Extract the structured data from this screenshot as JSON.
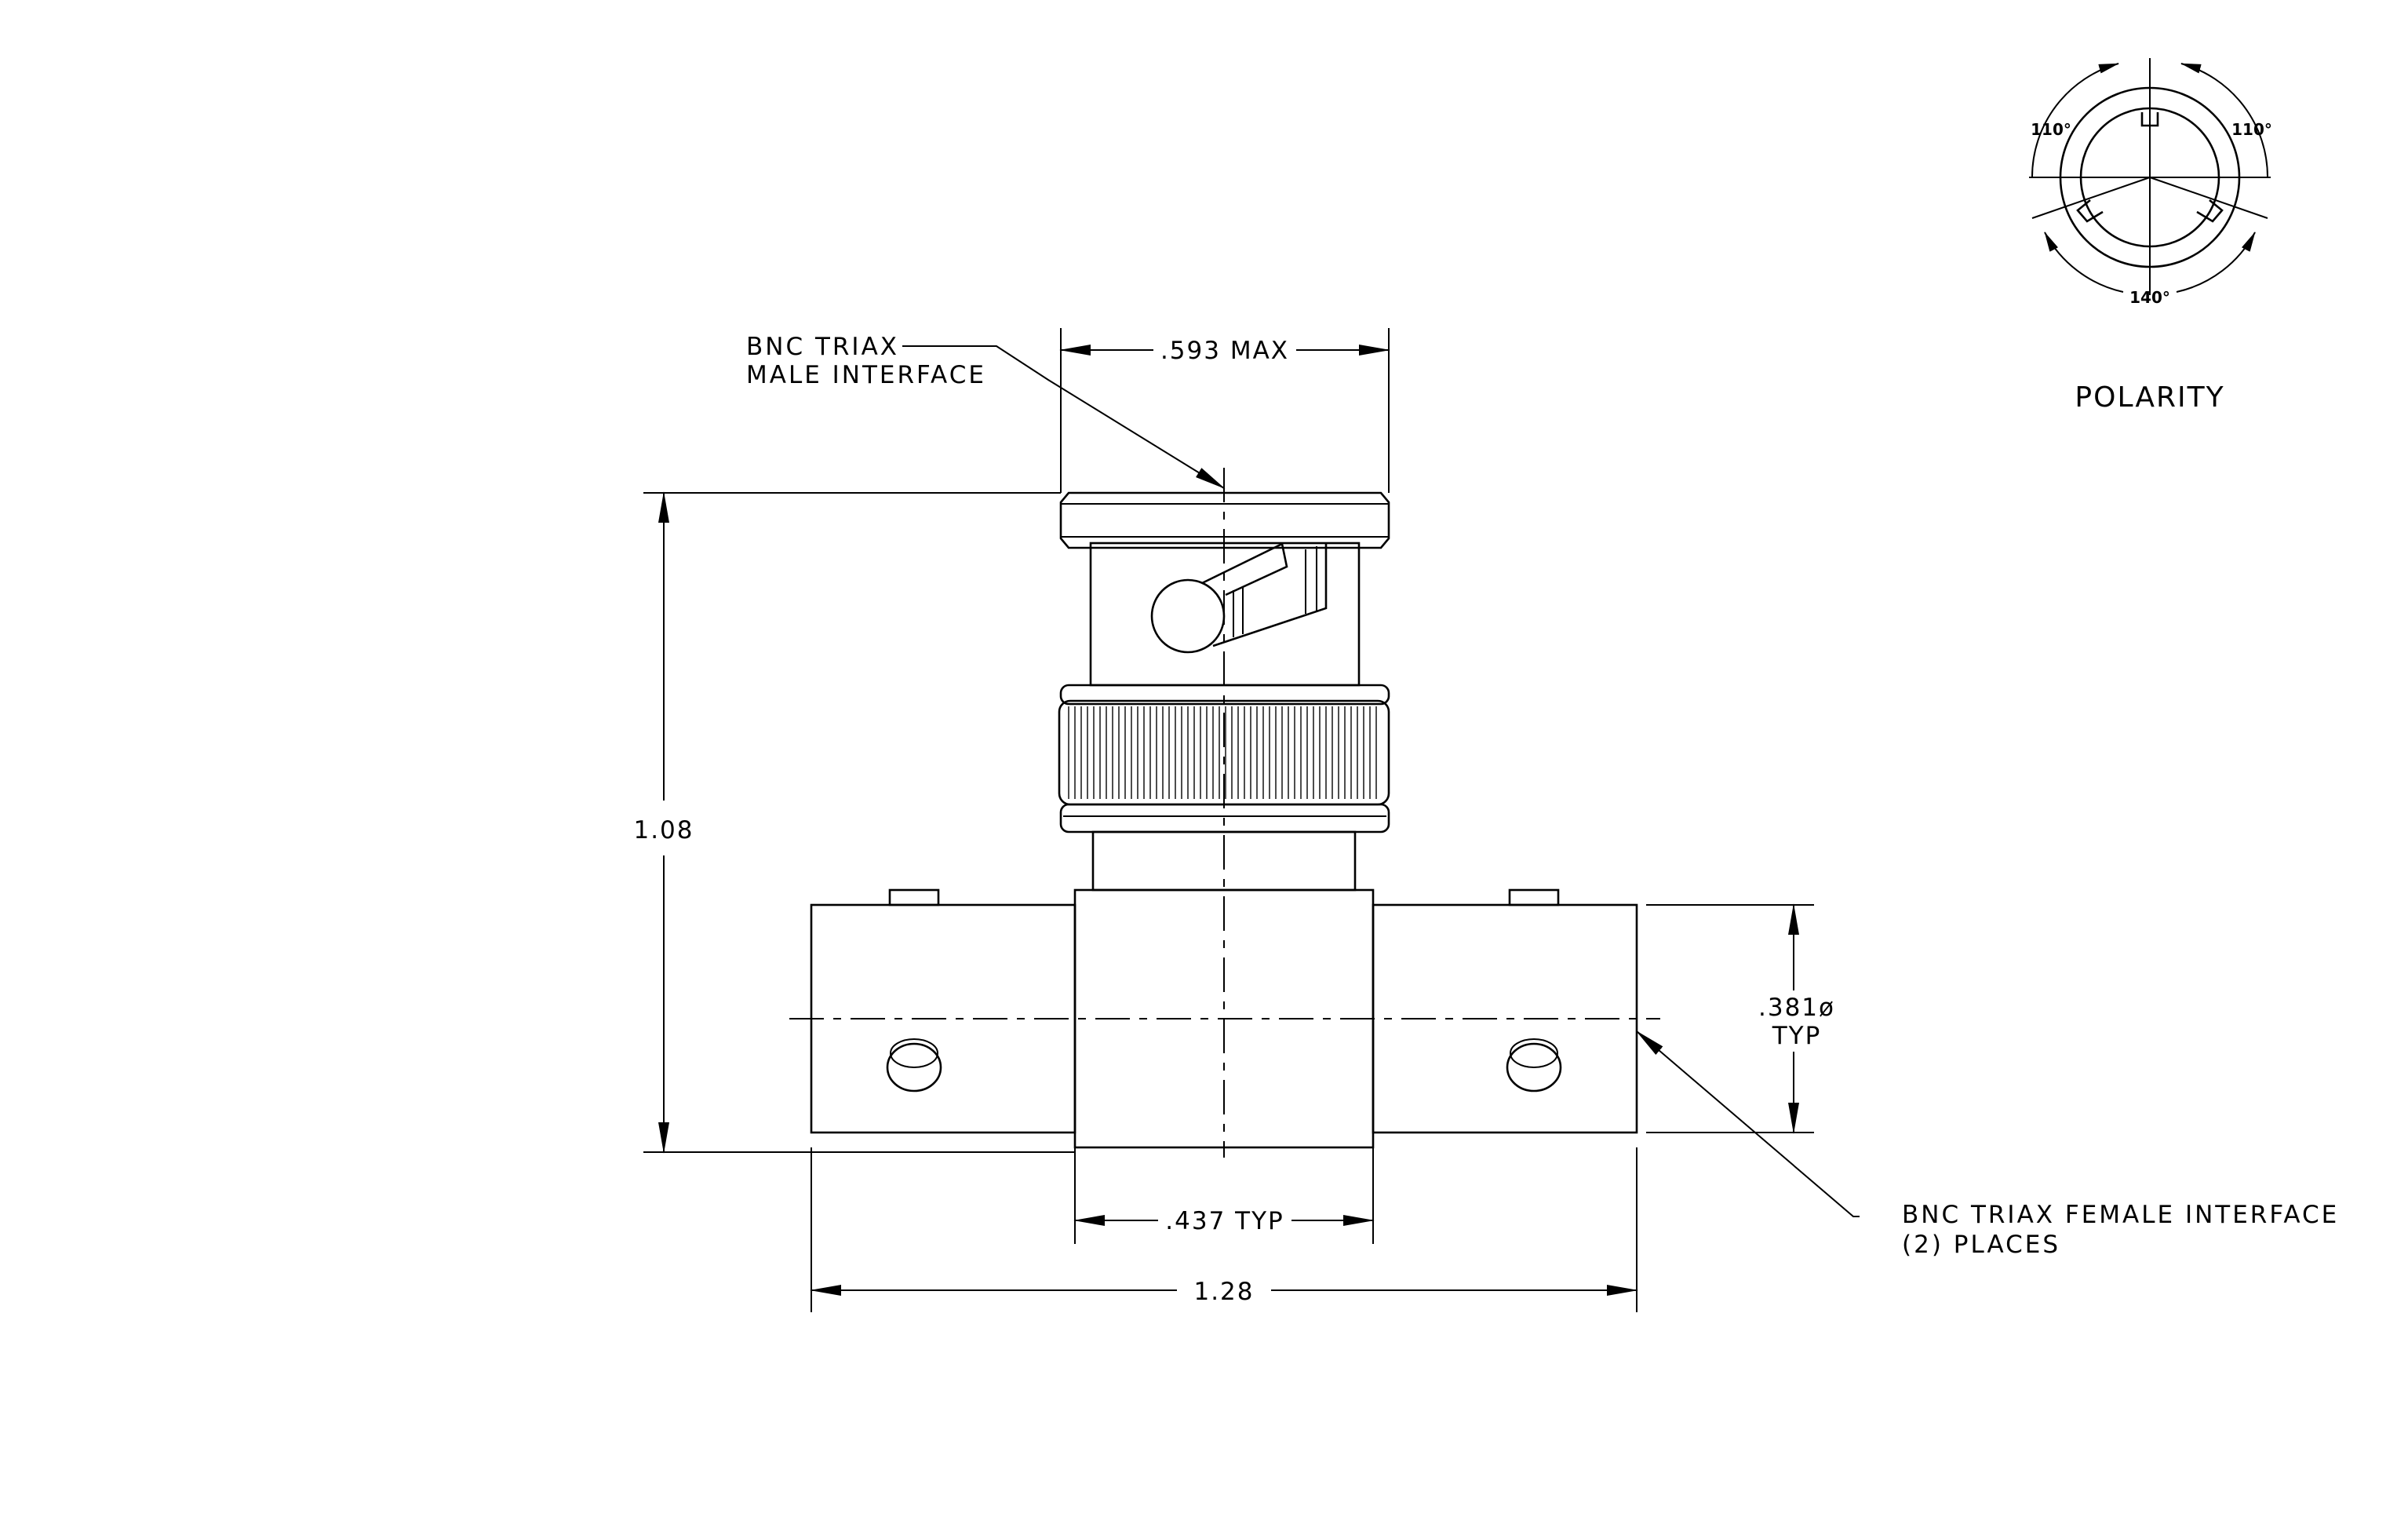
{
  "labels": {
    "male_interface": [
      "BNC TRIAX",
      "MALE INTERFACE"
    ],
    "female_interface": [
      "BNC TRIAX FEMALE INTERFACE",
      "(2)  PLACES"
    ],
    "polarity_title": "POLARITY"
  },
  "dimensions": {
    "top_width": ".593 MAX",
    "overall_height": "1.08",
    "diameter": [
      ".381ø",
      "TYP"
    ],
    "body_width": ".437 TYP",
    "overall_width": "1.28"
  },
  "polarity": {
    "angle_left": "110°",
    "angle_right": "110°",
    "angle_bottom": "140°"
  }
}
